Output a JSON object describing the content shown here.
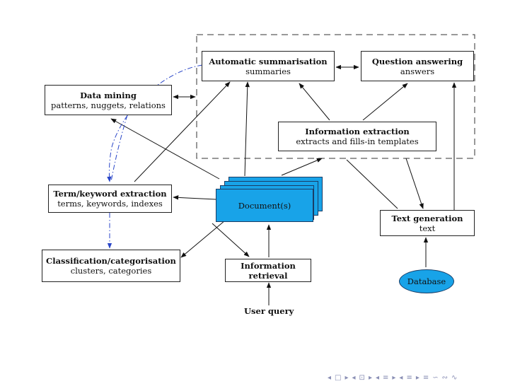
{
  "nodes": {
    "auto_sum": {
      "title": "Automatic summarisation",
      "sub": "summaries"
    },
    "qa": {
      "title": "Question answering",
      "sub": "answers"
    },
    "data_mining": {
      "title": "Data mining",
      "sub": "patterns, nuggets, relations"
    },
    "info_extraction": {
      "title": "Information extraction",
      "sub": "extracts and fills-in templates"
    },
    "term_extraction": {
      "title": "Term/keyword extraction",
      "sub": "terms, keywords, indexes"
    },
    "documents": {
      "label": "Document(s)"
    },
    "text_generation": {
      "title": "Text generation",
      "sub": "text"
    },
    "classification": {
      "title": "Classification/categorisation",
      "sub": "clusters, categories"
    },
    "info_retrieval": {
      "title": "Information retrieval"
    },
    "database": {
      "label": "Database"
    },
    "user_query": {
      "label": "User query"
    }
  },
  "colors": {
    "document_fill": "#18a3e8",
    "dashdot_link": "#2a46c8",
    "nav": "#8a8fb5"
  },
  "nav_icons": [
    "◂",
    "□",
    "▸",
    "◂",
    "⊡",
    "▸",
    "◂",
    "≡",
    "▸",
    "◂",
    "≡",
    "▸",
    "≡",
    "∽",
    "∾",
    "∿"
  ]
}
